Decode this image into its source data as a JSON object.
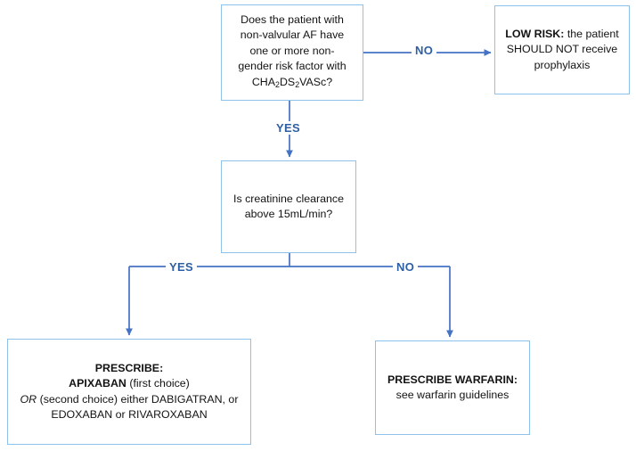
{
  "diagram": {
    "title": "Anticoagulation prophylaxis decision flowchart for non-valvular atrial fibrillation",
    "colors": {
      "box_border": "#8FC2EA",
      "connector": "#4472C4",
      "label_text": "#2E5FA3",
      "body_text": "#131313",
      "background": "#FFFFFF"
    },
    "nodes": {
      "question_af": {
        "type": "decision",
        "lines": [
          "Does the patient with",
          "non-valvular AF have",
          "one or more non-",
          "gender risk factor with",
          "CHA2DS2VASc?"
        ],
        "text_plain": "Does the patient with non-valvular AF have one or more non-gender risk factor with CHA2DS2VASc?",
        "score_prefix": "CHA",
        "score_sub1": "2",
        "score_mid": "DS",
        "score_sub2": "2",
        "score_suffix": "VASc?"
      },
      "low_risk": {
        "type": "outcome",
        "bold_lead": "LOW RISK:",
        "rest": " the patient SHOULD NOT receive prophylaxis",
        "text_plain": "LOW RISK: the patient SHOULD NOT receive prophylaxis"
      },
      "question_crcl": {
        "type": "decision",
        "lines": [
          "Is creatinine clearance",
          "above 15mL/min?"
        ],
        "text_plain": "Is creatinine clearance above 15mL/min?"
      },
      "prescribe_doac": {
        "type": "outcome",
        "line1_bold": "PRESCRIBE:",
        "line2_bold": "APIXABAN",
        "line2_rest": " (first choice)",
        "line3_italic": "OR",
        "line3_rest": " (second choice) either DABIGATRAN, or",
        "line4": "EDOXABAN or RIVAROXABAN",
        "text_plain": "PRESCRIBE: APIXABAN (first choice) OR (second choice) either DABIGATRAN, or EDOXABAN or RIVAROXABAN"
      },
      "prescribe_warfarin": {
        "type": "outcome",
        "bold_lead": "PRESCRIBE WARFARIN:",
        "rest": "see warfarin guidelines",
        "text_plain": "PRESCRIBE WARFARIN: see warfarin guidelines"
      }
    },
    "edges": [
      {
        "id": "af-to-low-risk",
        "label": "NO",
        "from": "question_af",
        "to": "low_risk"
      },
      {
        "id": "af-to-crcl",
        "label": "YES",
        "from": "question_af",
        "to": "question_crcl"
      },
      {
        "id": "crcl-to-doac",
        "label": "YES",
        "from": "question_crcl",
        "to": "prescribe_doac"
      },
      {
        "id": "crcl-to-warfarin",
        "label": "NO",
        "from": "question_crcl",
        "to": "prescribe_warfarin"
      }
    ]
  }
}
